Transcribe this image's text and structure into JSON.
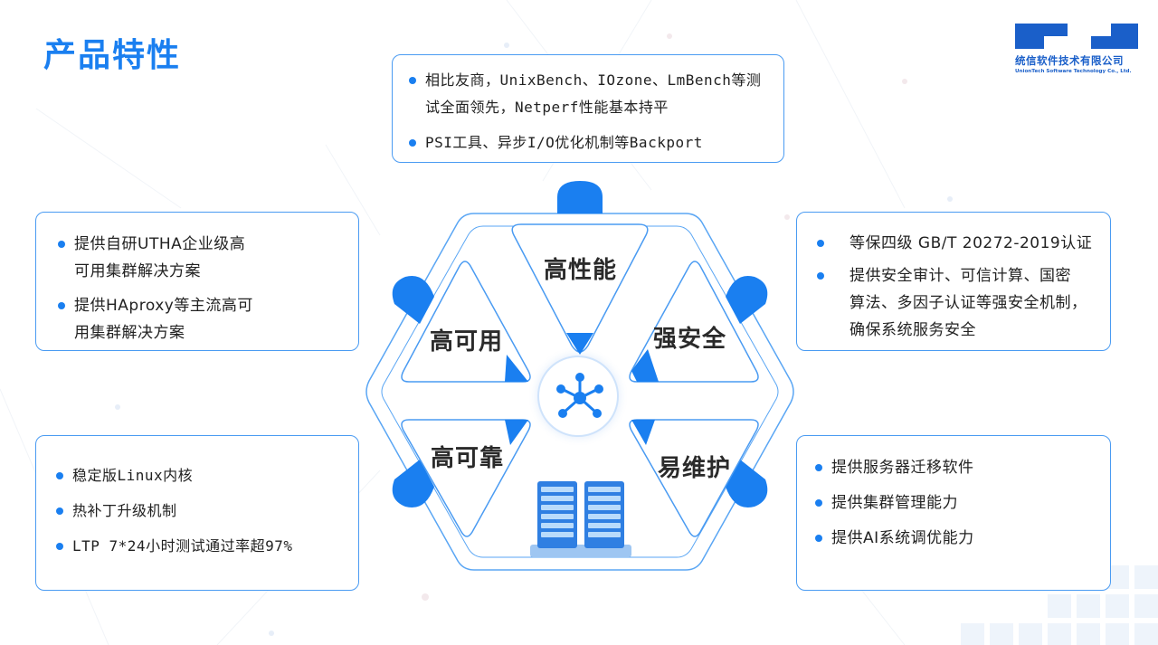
{
  "slide": {
    "title": "产品特性"
  },
  "logo": {
    "company_cn": "统信软件技术有限公司",
    "company_en": "UnionTech Software Technology Co., Ltd."
  },
  "features": {
    "performance": {
      "label": "高性能",
      "points": [
        "相比友商，UnixBench、IOzone、LmBench等测\n试全面领先，Netperf性能基本持平",
        "PSI工具、异步I/O优化机制等Backport"
      ]
    },
    "availability": {
      "label": "高可用",
      "points": [
        "提供自研UTHA企业级高\n可用集群解决方案",
        "提供HAproxy等主流高可\n用集群解决方案"
      ]
    },
    "security": {
      "label": "强安全",
      "points": [
        "等保四级 GB/T 20272-2019认证",
        "提供安全审计、可信计算、国密\n算法、多因子认证等强安全机制，\n确保系统服务安全"
      ]
    },
    "reliability": {
      "label": "高可靠",
      "points": [
        "稳定版Linux内核",
        "热补丁升级机制",
        "LTP 7*24小时测试通过率超97%"
      ]
    },
    "maintainability": {
      "label": "易维护",
      "points": [
        "提供服务器迁移软件",
        "提供集群管理能力",
        "提供AI系统调优能力"
      ]
    }
  },
  "center": {
    "hub_icon": "network-hub-icon",
    "bottom_icon": "server-rack-icon"
  },
  "colors": {
    "accent": "#1a7ff0",
    "border": "#4a9bf2",
    "title": "#1a7ff0",
    "logo": "#1a5fc9"
  }
}
